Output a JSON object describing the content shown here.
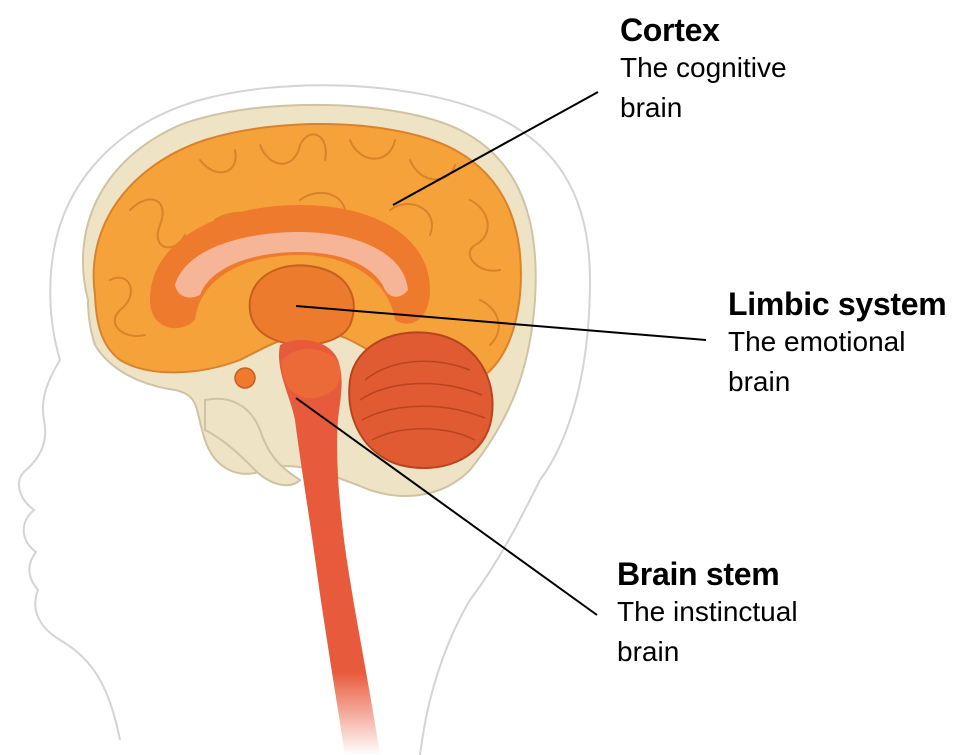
{
  "labels": {
    "cortex": {
      "title": "Cortex",
      "description": "The cognitive brain"
    },
    "limbic": {
      "title": "Limbic system",
      "description": "The emotional brain"
    },
    "stem": {
      "title": "Brain stem",
      "description": "The instinctual brain"
    }
  },
  "colors": {
    "cortex": "#f6a23b",
    "cortex_dark": "#ec8a2a",
    "limbic": "#ee7a2e",
    "corpus_callosum": "#f6b596",
    "cerebellum": "#e05a32",
    "brain_stem": "#e85a3c",
    "skull": "#efe3c6",
    "head_outline": "#d4d4d4",
    "leader_line": "#000000"
  }
}
